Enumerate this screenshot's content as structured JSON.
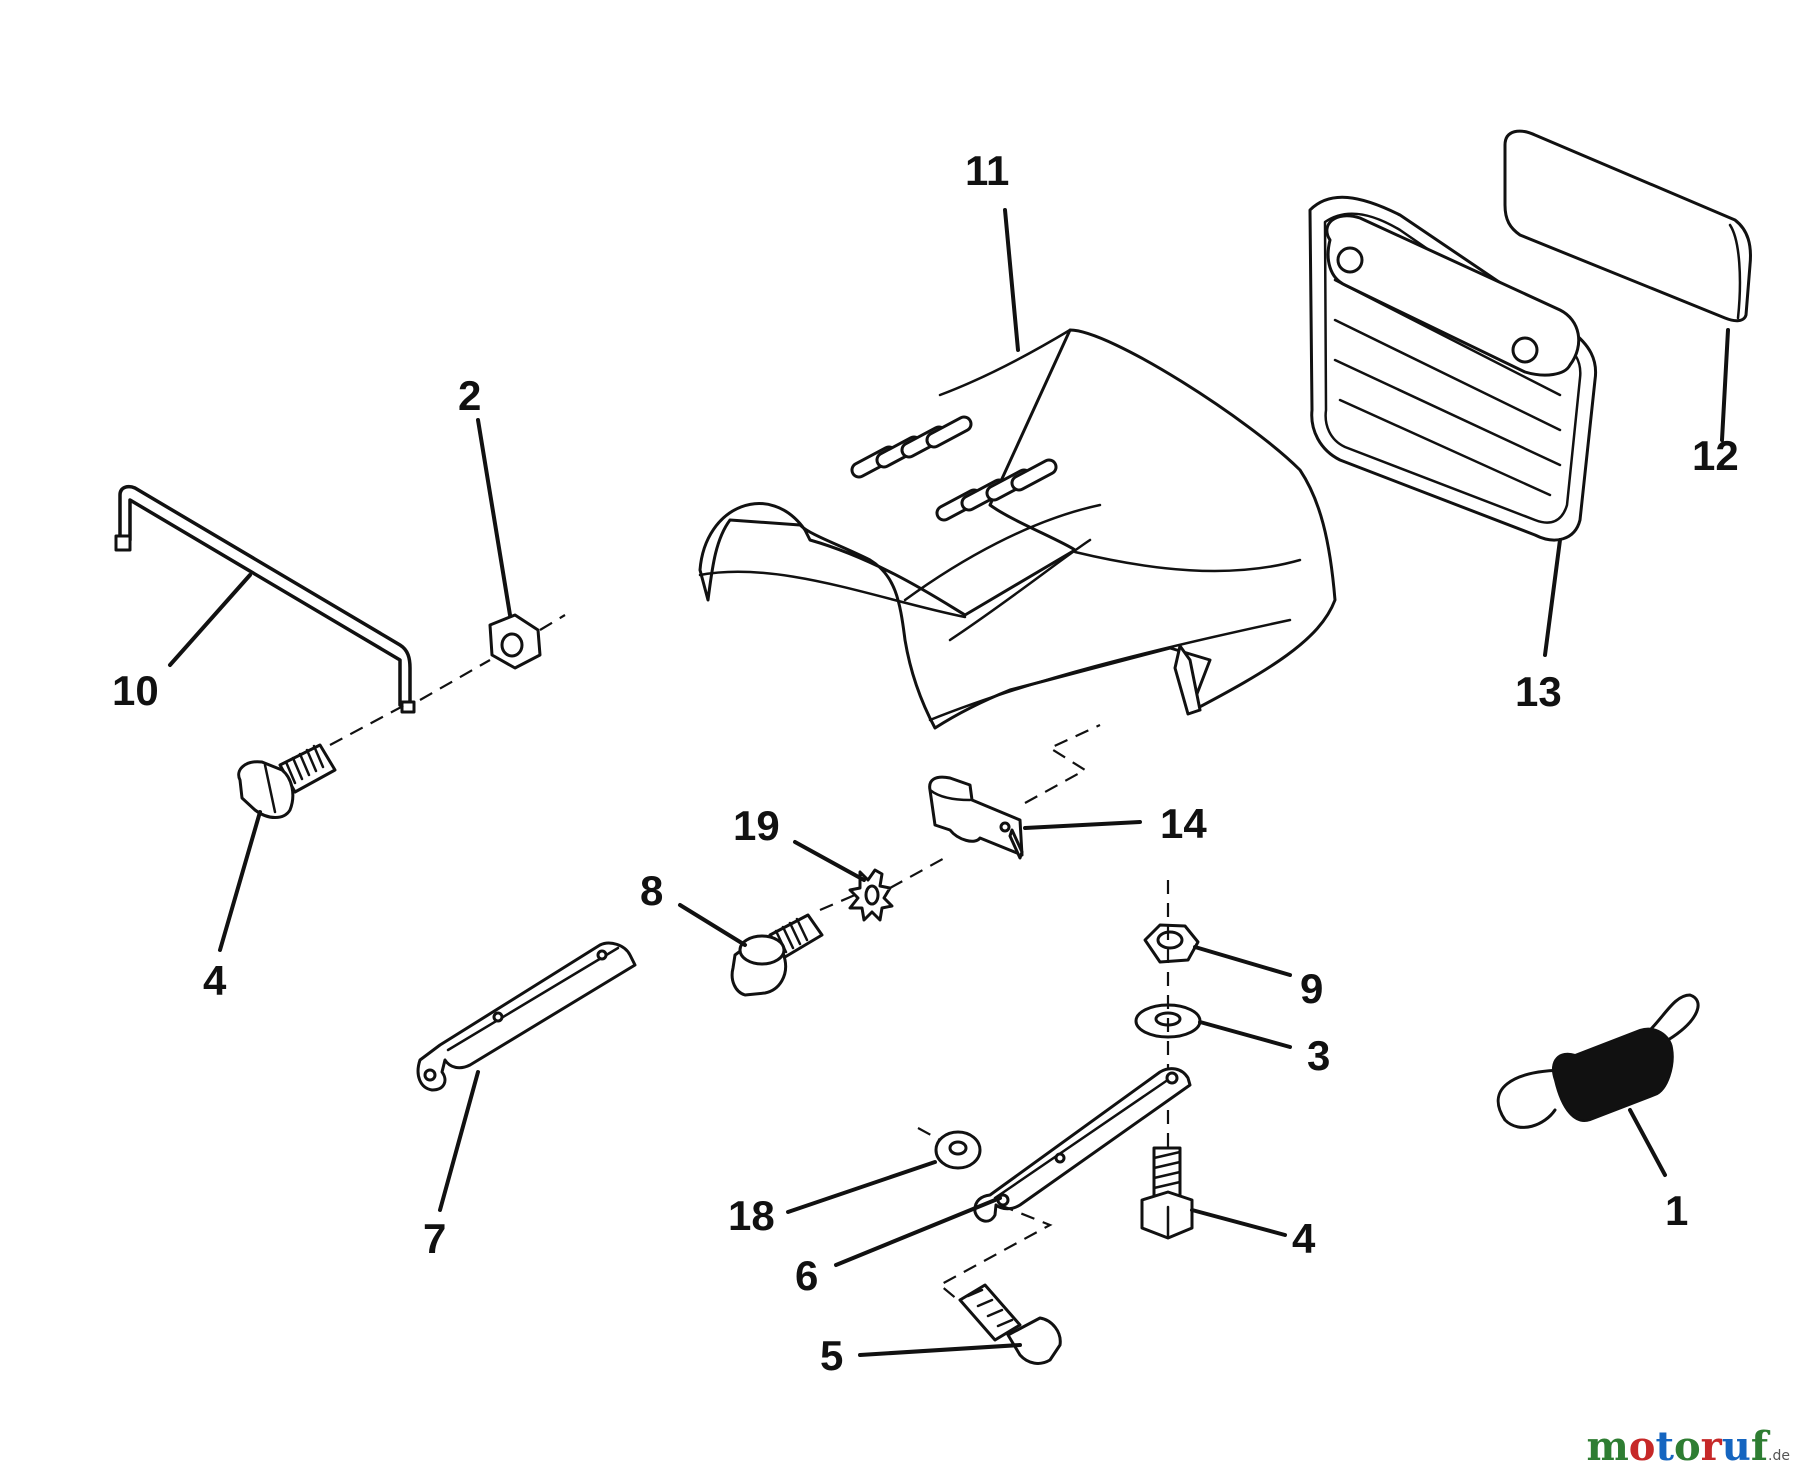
{
  "diagram": {
    "callouts": [
      "1",
      "2",
      "3",
      "4",
      "4",
      "5",
      "6",
      "7",
      "8",
      "9",
      "10",
      "11",
      "12",
      "13",
      "14",
      "18",
      "19"
    ]
  },
  "watermark": {
    "text": "motoruf",
    "suffix": ".de",
    "colors": [
      "#2e7d32",
      "#c62828",
      "#1565c0"
    ]
  }
}
